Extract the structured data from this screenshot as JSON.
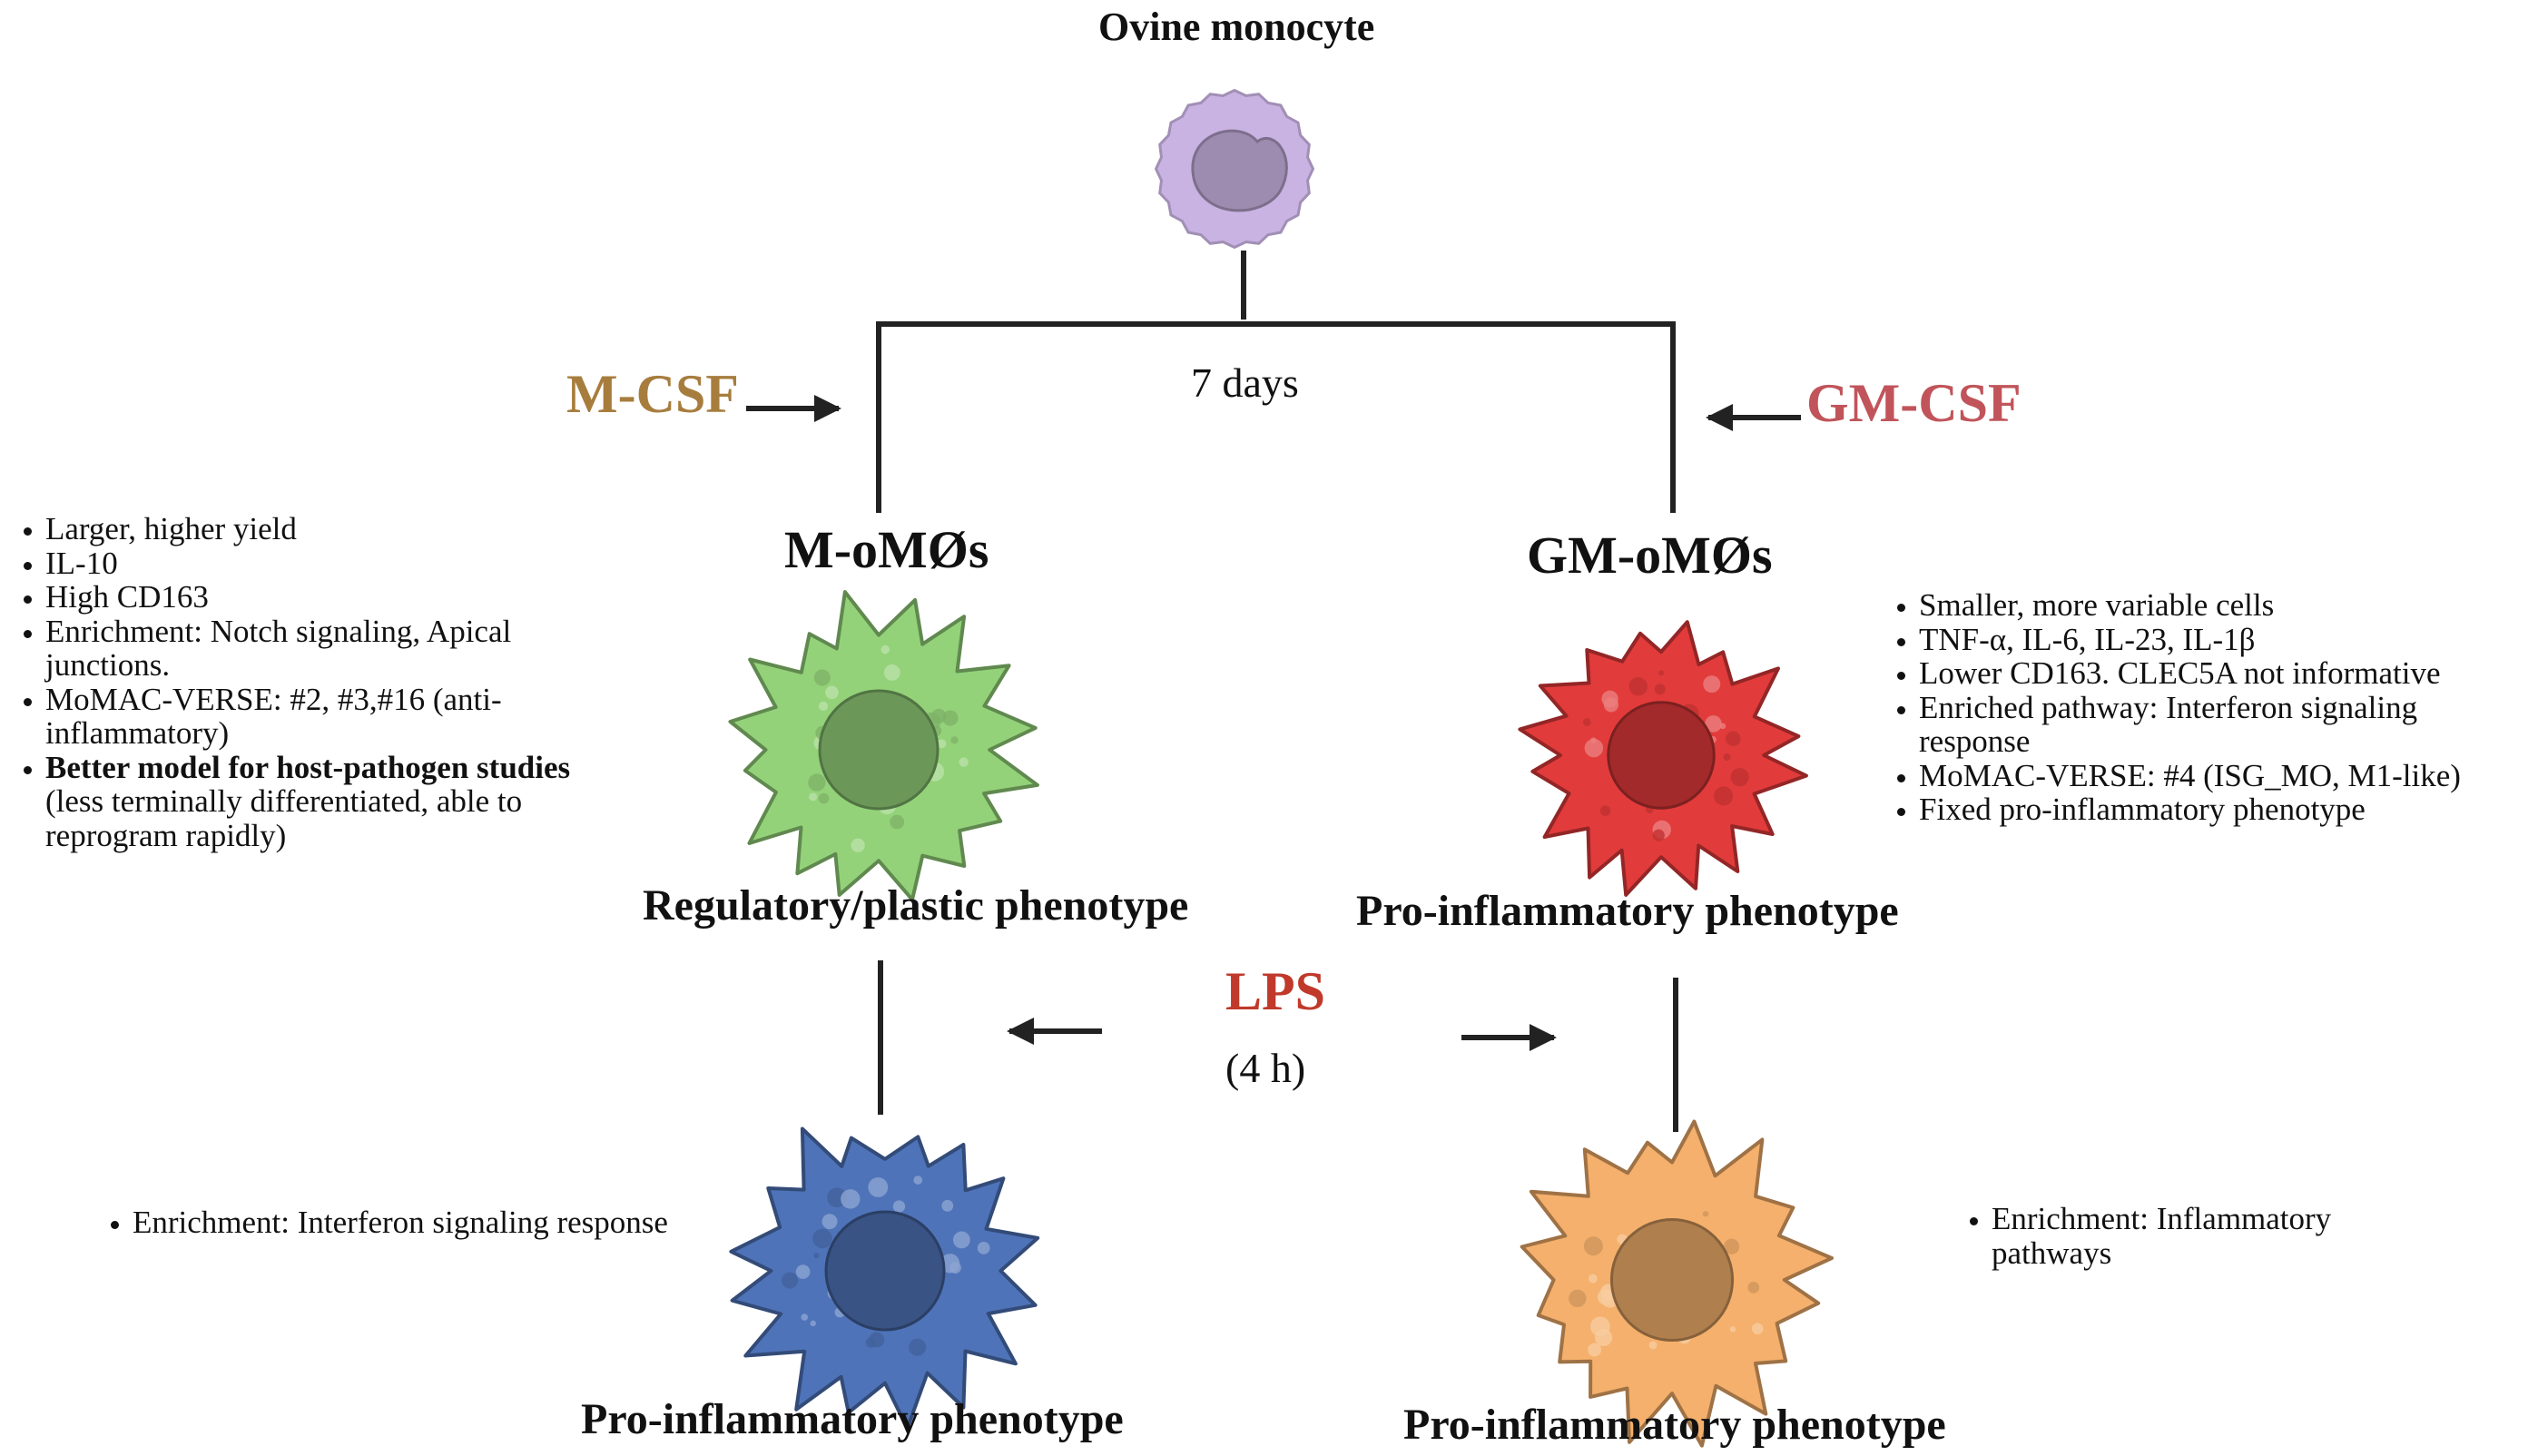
{
  "top": {
    "title": "Ovine monocyte",
    "duration": "7 days"
  },
  "factors": {
    "left": {
      "label": "M-CSF",
      "color": "#a77d3e"
    },
    "right": {
      "label": "GM-CSF",
      "color": "#c1545a"
    }
  },
  "left_branch": {
    "title": "M-oMØs",
    "phenotype": "Regulatory/plastic phenotype",
    "bullets": [
      "Larger, higher yield",
      "IL-10",
      "High CD163",
      "Enrichment: Notch signaling, Apical junctions.",
      "MoMAC-VERSE: #2, #3,#16 (anti-inflammatory)"
    ],
    "bold_bullet": {
      "bold": "Better model for host-pathogen studies",
      "rest": " (less terminally differentiated, able to reprogram rapidly)"
    }
  },
  "right_branch": {
    "title": "GM-oMØs",
    "phenotype": "Pro-inflammatory phenotype",
    "bullets": [
      "Smaller, more variable cells",
      "TNF-α, IL-6, IL-23, IL-1β",
      "Lower CD163. CLEC5A not informative",
      "Enriched pathway: Interferon signaling response",
      "MoMAC-VERSE: #4 (ISG_MO, M1-like)",
      "Fixed pro-inflammatory phenotype"
    ]
  },
  "stimulus": {
    "label": "LPS",
    "duration": "(4 h)",
    "color": "#c0392b"
  },
  "lps_left": {
    "phenotype": "Pro-inflammatory phenotype",
    "bullets": [
      "Enrichment: Interferon signaling response"
    ]
  },
  "lps_right": {
    "phenotype": "Pro-inflammatory phenotype",
    "bullets": [
      "Enrichment: Inflammatory pathways"
    ]
  },
  "colors": {
    "monocyte": "#c9b3e2",
    "m_cell": "#94d27a",
    "gm_cell": "#e23b3b",
    "m_lps_cell": "#4e73b8",
    "gm_lps_cell": "#f4b06c"
  }
}
